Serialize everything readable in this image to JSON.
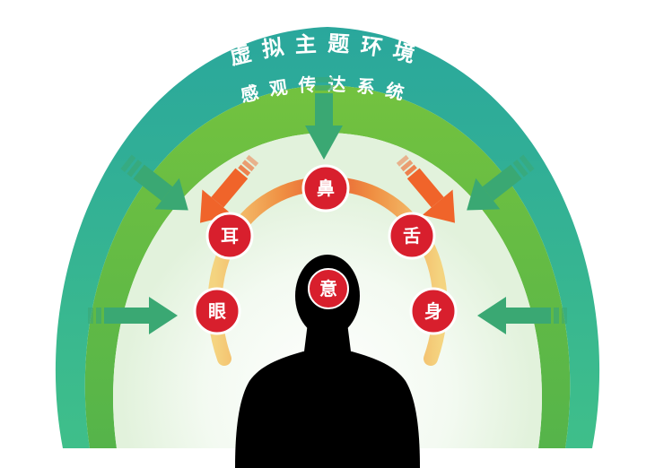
{
  "outer_band_label": "虚拟主题环境",
  "inner_band_label": "感观传达系统",
  "senses": {
    "nose": "鼻",
    "ear": "耳",
    "tongue": "舌",
    "eye": "眼",
    "body": "身",
    "mind": "意"
  },
  "colors": {
    "outer_band": "#2fb39a",
    "inner_band": "#6cbf3f",
    "incoming_arrow": "#3aa873",
    "outgoing_arrow": "#f0642a",
    "sense_node": "#d81f2d",
    "silhouette": "#000000"
  }
}
